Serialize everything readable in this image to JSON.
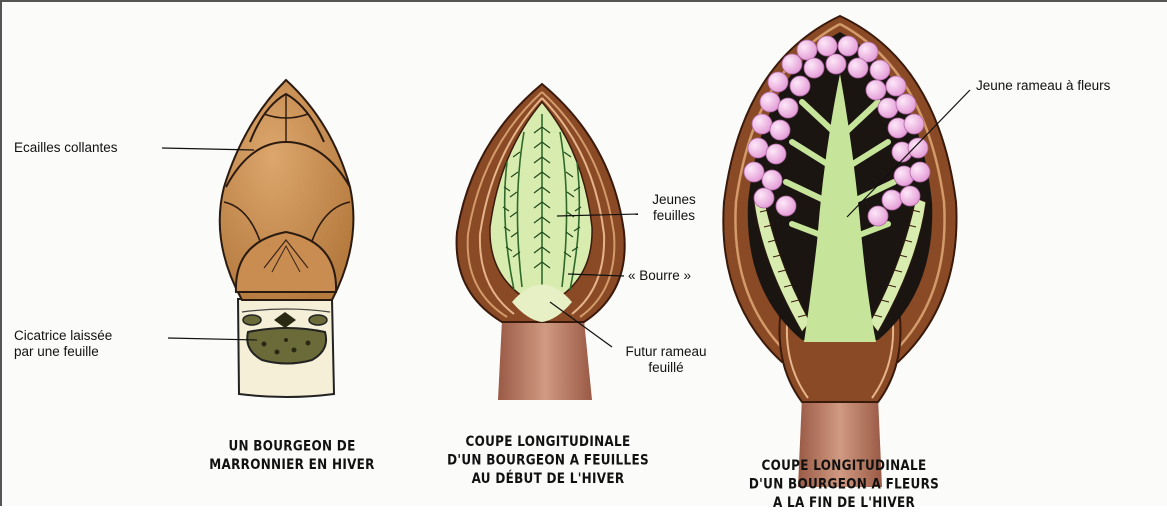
{
  "labels": {
    "ecailles": "Ecailles collantes",
    "cicatrice": "Cicatrice laissée\npar une feuille",
    "jeunes_feuilles": "Jeunes\nfeuilles",
    "bourre": "« Bourre »",
    "futur_rameau": "Futur rameau\nfeuillé",
    "jeune_rameau": "Jeune rameau à fleurs"
  },
  "captions": {
    "bud1": "UN BOURGEON DE\nMARRONNIER EN HIVER",
    "bud2": "COUPE LONGITUDINALE\nD'UN BOURGEON A FEUILLES\nAU DÉBUT DE L'HIVER",
    "bud3": "COUPE LONGITUDINALE\nD'UN BOURGEON A FLEURS\nA LA FIN DE L'HIVER"
  },
  "colors": {
    "scale_brown": "#c8884a",
    "scale_dark": "#7a3e1e",
    "stem_base": "#b8735a",
    "leaf_green": "#2f6a2a",
    "pale_green": "#d8ecb0",
    "flower_pink": "#f2b8e6",
    "inner_dark": "#1b1512"
  }
}
